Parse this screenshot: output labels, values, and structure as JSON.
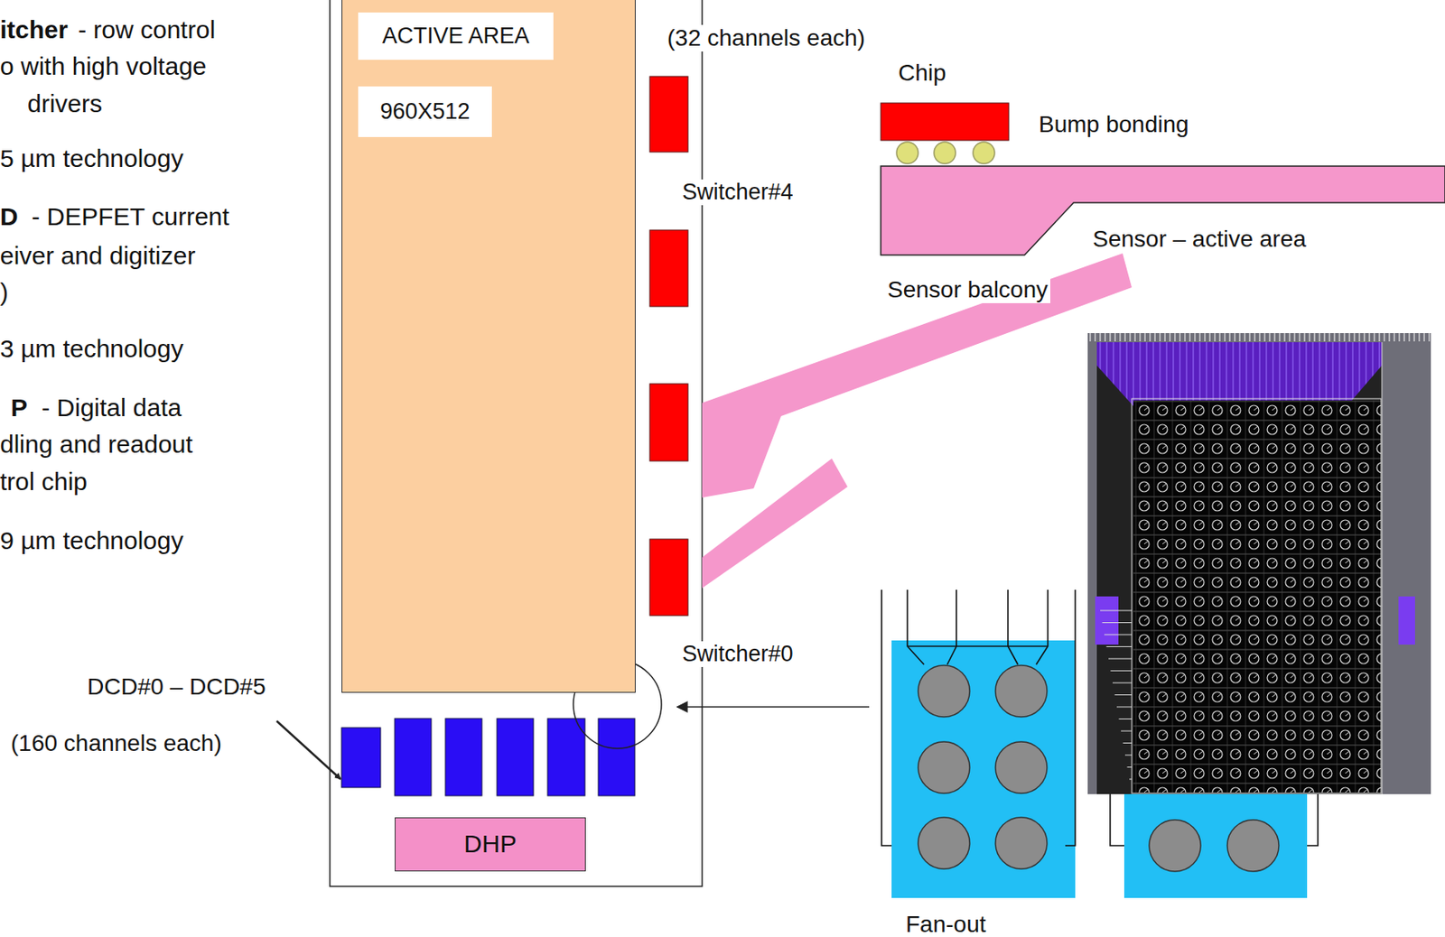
{
  "diagram": {
    "nodes": [
      {
        "text": [
          "ACTIVE AREA",
          "960X512"
        ]
      },
      {
        "text": [
          "DHP"
        ]
      }
    ],
    "labels": [
      "itcher",
      "- row control",
      "o with high voltage",
      "drivers",
      "5 µm technology",
      "D",
      "- DEPFET current",
      "eiver and digitizer",
      ")",
      "3 µm technology",
      "P",
      "- Digital data",
      "dling and readout",
      "trol chip",
      "9 µm technology",
      "(32 channels each)",
      "Chip",
      "Bump bonding",
      "Switcher#4",
      "Sensor – active area",
      "Sensor balcony",
      "Switcher#0",
      "DCD#0 – DCD#5",
      "(160 channels each)",
      "Fan-out"
    ]
  }
}
